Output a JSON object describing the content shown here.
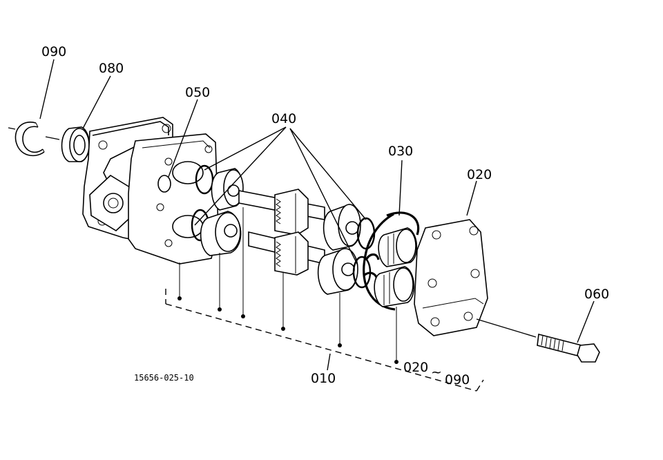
{
  "labels": {
    "p090": "090",
    "p080": "080",
    "p050": "050",
    "p040": "040",
    "p030": "030",
    "p020": "020",
    "p060": "060",
    "p010": "010",
    "range_from": "020",
    "range_tilde": "~",
    "range_to": "090"
  },
  "drawing_code": "15656-025-10"
}
